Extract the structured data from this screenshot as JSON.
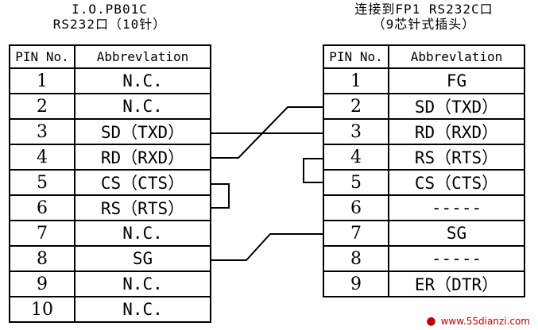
{
  "left": {
    "title_line1": "I.O.PB01C",
    "title_line2": "RS232口（10针）",
    "header": {
      "pin": "PIN No.",
      "abbr": "Abbrevlation"
    },
    "rows": [
      {
        "pin": "1",
        "abbr": "N.C."
      },
      {
        "pin": "2",
        "abbr": "N.C."
      },
      {
        "pin": "3",
        "abbr": "SD（TXD）"
      },
      {
        "pin": "4",
        "abbr": "RD（RXD）"
      },
      {
        "pin": "5",
        "abbr": "CS（CTS）"
      },
      {
        "pin": "6",
        "abbr": "RS（RTS）"
      },
      {
        "pin": "7",
        "abbr": "N.C."
      },
      {
        "pin": "8",
        "abbr": "SG"
      },
      {
        "pin": "9",
        "abbr": "N.C."
      },
      {
        "pin": "10",
        "abbr": "N.C."
      }
    ]
  },
  "right": {
    "title_line1": "连接到FP1 RS232C口",
    "title_line2": "（9芯针式插头）",
    "header": {
      "pin": "PIN No.",
      "abbr": "Abbrevlation"
    },
    "rows": [
      {
        "pin": "1",
        "abbr": "FG"
      },
      {
        "pin": "2",
        "abbr": "SD（TXD）"
      },
      {
        "pin": "3",
        "abbr": "RD（RXD）"
      },
      {
        "pin": "4",
        "abbr": "RS（RTS）"
      },
      {
        "pin": "5",
        "abbr": "CS（CTS）"
      },
      {
        "pin": "6",
        "abbr": "-----"
      },
      {
        "pin": "7",
        "abbr": "SG"
      },
      {
        "pin": "8",
        "abbr": "-----"
      },
      {
        "pin": "9",
        "abbr": "ER（DTR）"
      }
    ]
  },
  "watermark": "www.55dianzi.com"
}
